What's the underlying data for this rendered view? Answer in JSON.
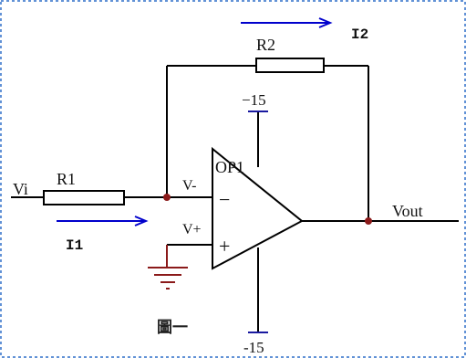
{
  "labels": {
    "vi": "Vi",
    "r1": "R1",
    "r2": "R2",
    "op1": "OP1",
    "v_minus": "V-",
    "v_plus": "V+",
    "minus_sign": "−",
    "plus_sign": "+",
    "supply_top": "−15",
    "supply_bottom": "-15",
    "vout": "Vout",
    "i1": "I1",
    "i2": "I2",
    "caption": "圖一"
  },
  "colors": {
    "wire": "#000000",
    "arrow": "#0000cc",
    "node": "#8b1a1a",
    "ground": "#8b1a1a",
    "border": "#2f6fc9"
  }
}
